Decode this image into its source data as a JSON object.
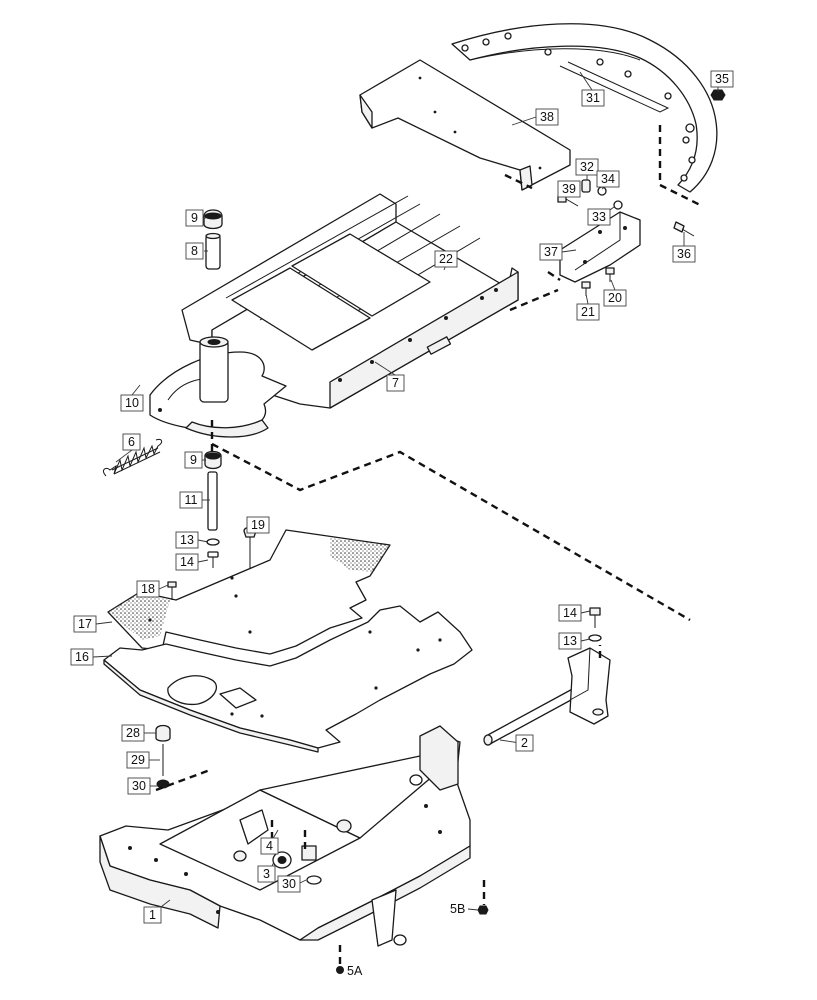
{
  "callouts": [
    {
      "id": "c35",
      "label": "35"
    },
    {
      "id": "c31",
      "label": "31"
    },
    {
      "id": "c38",
      "label": "38"
    },
    {
      "id": "c32",
      "label": "32"
    },
    {
      "id": "c34",
      "label": "34"
    },
    {
      "id": "c39",
      "label": "39"
    },
    {
      "id": "c33",
      "label": "33"
    },
    {
      "id": "c36",
      "label": "36"
    },
    {
      "id": "c37",
      "label": "37"
    },
    {
      "id": "c20",
      "label": "20"
    },
    {
      "id": "c21",
      "label": "21"
    },
    {
      "id": "c22",
      "label": "22"
    },
    {
      "id": "c9a",
      "label": "9"
    },
    {
      "id": "c8",
      "label": "8"
    },
    {
      "id": "c7",
      "label": "7"
    },
    {
      "id": "c10",
      "label": "10"
    },
    {
      "id": "c6",
      "label": "6"
    },
    {
      "id": "c9b",
      "label": "9"
    },
    {
      "id": "c11",
      "label": "11"
    },
    {
      "id": "c19",
      "label": "19"
    },
    {
      "id": "c13a",
      "label": "13"
    },
    {
      "id": "c14a",
      "label": "14"
    },
    {
      "id": "c18",
      "label": "18"
    },
    {
      "id": "c17",
      "label": "17"
    },
    {
      "id": "c16",
      "label": "16"
    },
    {
      "id": "c14b",
      "label": "14"
    },
    {
      "id": "c13b",
      "label": "13"
    },
    {
      "id": "c2",
      "label": "2"
    },
    {
      "id": "c28",
      "label": "28"
    },
    {
      "id": "c29",
      "label": "29"
    },
    {
      "id": "c30a",
      "label": "30"
    },
    {
      "id": "c4",
      "label": "4"
    },
    {
      "id": "c3",
      "label": "3"
    },
    {
      "id": "c30b",
      "label": "30"
    },
    {
      "id": "c1",
      "label": "1"
    }
  ],
  "plain_labels": {
    "p5b": "5B",
    "p5a": "5A"
  }
}
